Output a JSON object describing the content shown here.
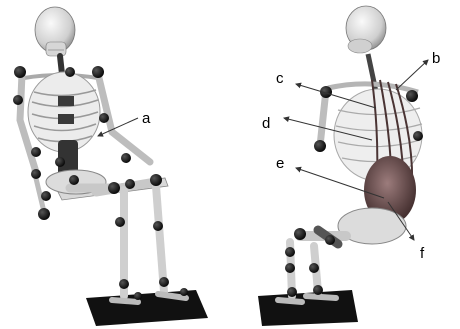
{
  "labels": {
    "a": "a",
    "b": "b",
    "c": "c",
    "d": "d",
    "e": "e",
    "f": "f"
  },
  "colors": {
    "bone": "#e6e6e6",
    "bone_dark": "#9a9a9a",
    "marker": "#1a1a1a",
    "muscle": "#7a5f5f",
    "muscle_dark": "#4a3434",
    "platform": "#111111"
  }
}
